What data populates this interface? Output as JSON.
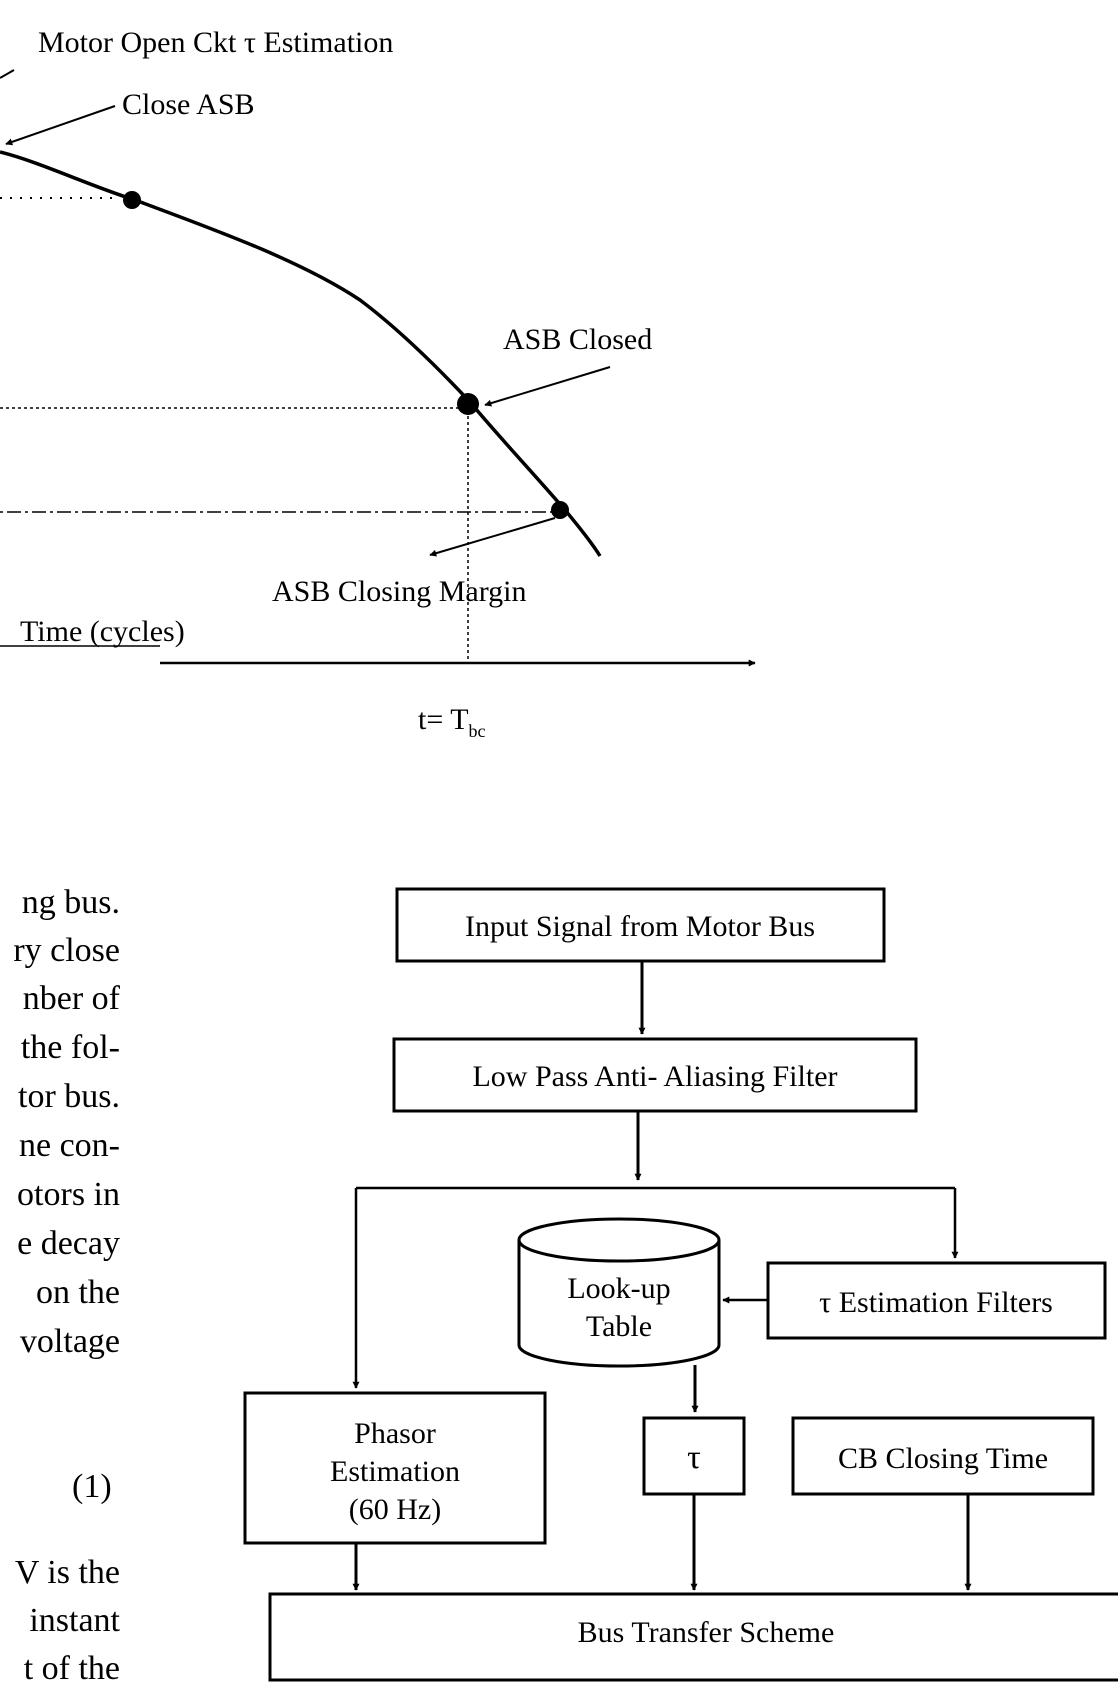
{
  "top_figure": {
    "title": "Motor Open Ckt τ Estimation",
    "close_asb": "Close ASB",
    "asb_closed": "ASB Closed",
    "closing_margin": "ASB Closing Margin",
    "xaxis_label": "Time (cycles)",
    "t_label_base": "t= T",
    "t_label_sub": "bc"
  },
  "body_text_fragments": [
    "ng bus.",
    "ry close",
    "nber of",
    "the fol-",
    "tor bus.",
    "ne con-",
    "otors in",
    "e decay",
    "on the",
    "voltage"
  ],
  "equation_number": "(1)",
  "lower_fragments": [
    "V is the",
    "instant",
    "t of the"
  ],
  "block_diagram": {
    "input_signal": "Input Signal from Motor Bus",
    "low_pass": "Low Pass Anti- Aliasing Filter",
    "lookup_line1": "Look-up",
    "lookup_line2": "Table",
    "tau_filters": "τ Estimation Filters",
    "phasor_line1": "Phasor",
    "phasor_line2": "Estimation",
    "phasor_line3": "(60 Hz)",
    "tau": "τ",
    "cb_closing": "CB Closing Time",
    "bus_transfer": "Bus Transfer Scheme"
  }
}
